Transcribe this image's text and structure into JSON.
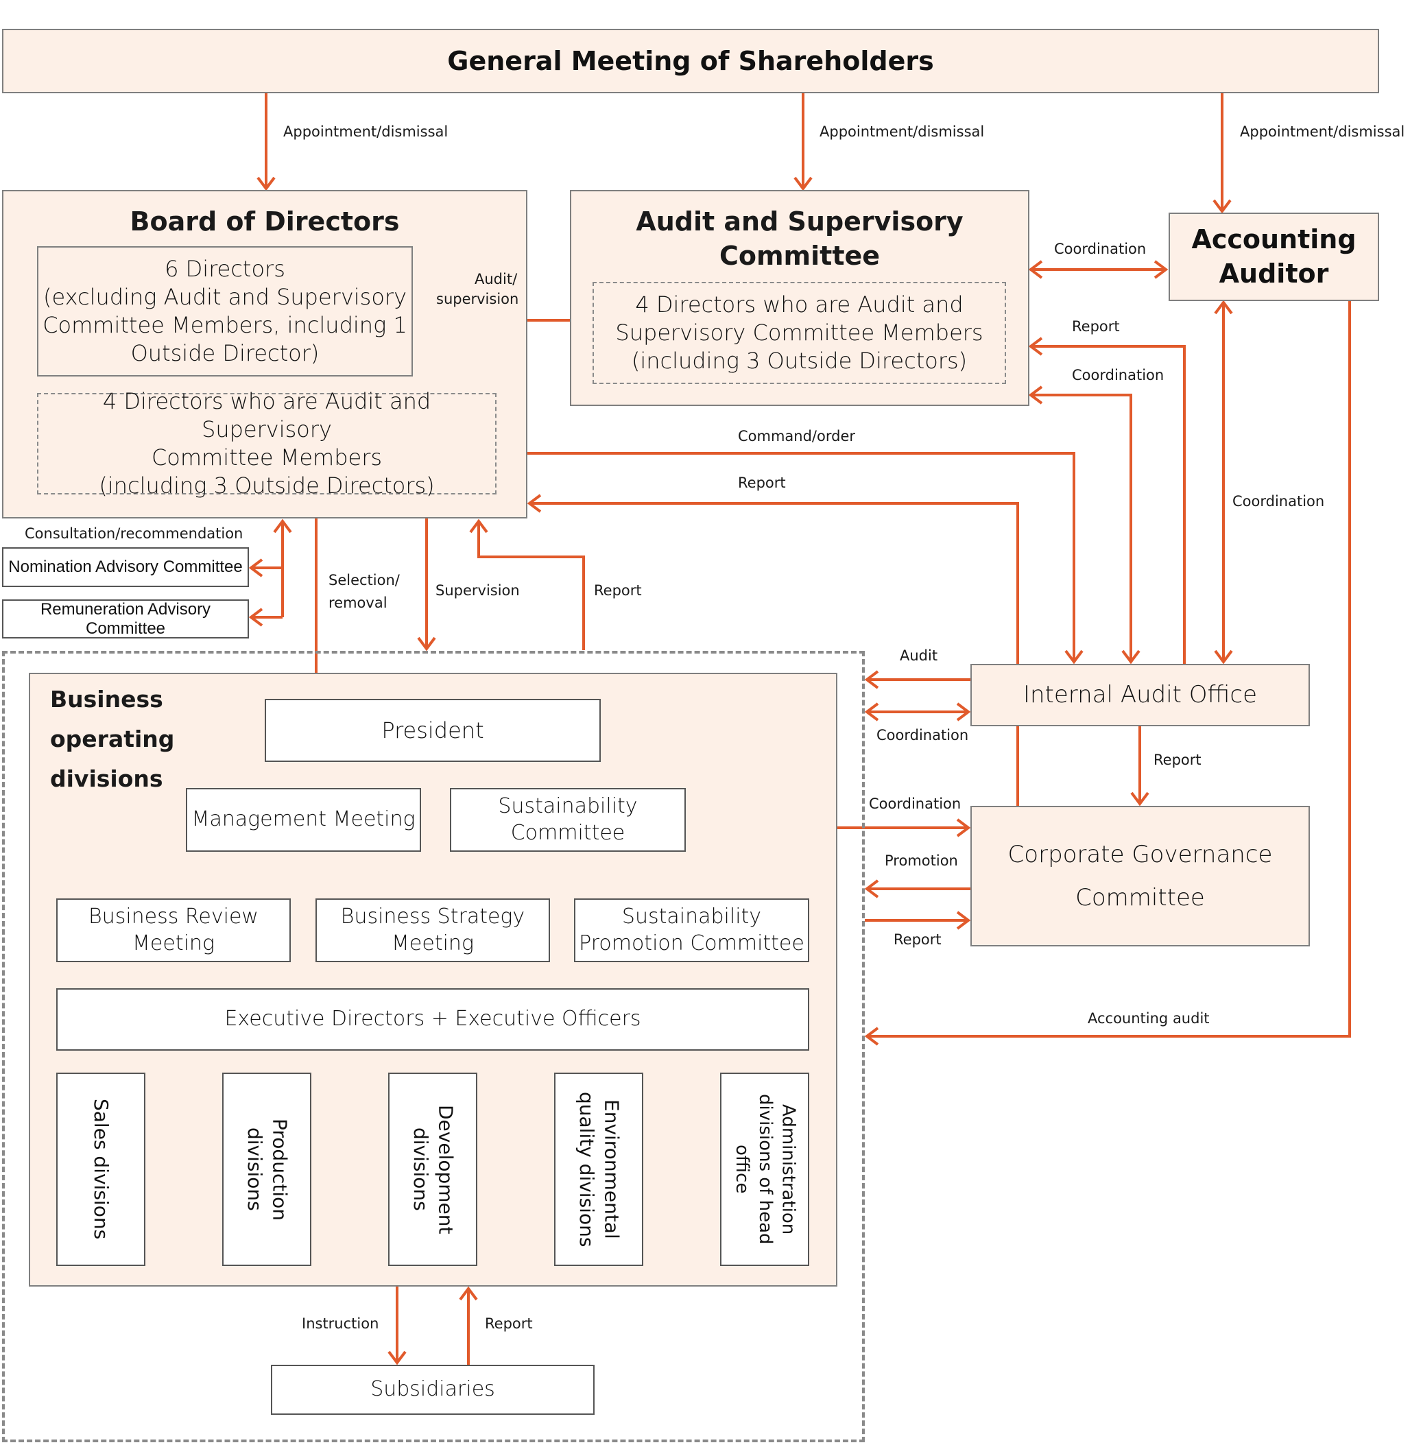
{
  "colors": {
    "arrow": "#e15a2b",
    "box_fill": "#fdf0e7",
    "box_border": "#7f7f7f",
    "dashed_border": "#8a8a8a"
  },
  "general_meeting": {
    "title": "General Meeting of Shareholders"
  },
  "board": {
    "title": "Board of Directors",
    "directors_box": [
      "6 Directors",
      "(excluding Audit and Supervisory",
      "Committee Members, including 1",
      "Outside Director)"
    ],
    "asc_members_box": [
      "4 Directors who are Audit and Supervisory",
      "Committee Members",
      "(including 3 Outside Directors)"
    ]
  },
  "audit_committee": {
    "title": [
      "Audit and Supervisory",
      "Committee"
    ],
    "members_box": [
      "4 Directors who are Audit and",
      "Supervisory Committee Members",
      "(including 3 Outside Directors)"
    ]
  },
  "accounting_auditor": {
    "title": [
      "Accounting",
      "Auditor"
    ]
  },
  "advisory": {
    "consultation_label": "Consultation/recommendation",
    "nomination": "Nomination Advisory Committee",
    "remuneration": "Remuneration Advisory Committee"
  },
  "business_divisions": {
    "title": [
      "Business",
      "operating",
      "divisions"
    ],
    "president": "President",
    "management_meeting": "Management Meeting",
    "sustainability_committee": [
      "Sustainability",
      "Committee"
    ],
    "business_review_meeting": [
      "Business Review",
      "Meeting"
    ],
    "business_strategy_meeting": [
      "Business Strategy",
      "Meeting"
    ],
    "sustainability_promotion_committee": [
      "Sustainability",
      "Promotion Committee"
    ],
    "executives": "Executive Directors + Executive Officers",
    "divisions": [
      [
        "Sales divisions"
      ],
      [
        "Production",
        "divisions"
      ],
      [
        "Development",
        "divisions"
      ],
      [
        "Environmental",
        "quality divisions"
      ],
      [
        "Administration",
        "divisions of head",
        "office"
      ]
    ],
    "subsidiaries": "Subsidiaries"
  },
  "internal_audit_office": {
    "title": "Internal Audit Office"
  },
  "corporate_governance_committee": {
    "title": [
      "Corporate Governance",
      "Committee"
    ]
  },
  "edge_labels": {
    "appointment_board": "Appointment/dismissal",
    "appointment_asc": "Appointment/dismissal",
    "appointment_auditor": "Appointment/dismissal",
    "audit_supervision": [
      "Audit/",
      "supervision"
    ],
    "coordination_asc_auditor": "Coordination",
    "report_iao_asc": "Report",
    "coordination_iao_asc": "Coordination",
    "command_order": "Command/order",
    "report_iao_board": "Report",
    "coordination_iao_auditor": "Coordination",
    "selection_removal": [
      "Selection/",
      "removal"
    ],
    "supervision": "Supervision",
    "report_bod_board": "Report",
    "audit_iao_bod": "Audit",
    "coordination_iao_bod": "Coordination",
    "report_iao_cgc": "Report",
    "coordination_sust_cgc": "Coordination",
    "promotion": "Promotion",
    "report_bod_cgc": "Report",
    "accounting_audit": "Accounting audit",
    "instruction": "Instruction",
    "report_subsidiaries": "Report"
  }
}
